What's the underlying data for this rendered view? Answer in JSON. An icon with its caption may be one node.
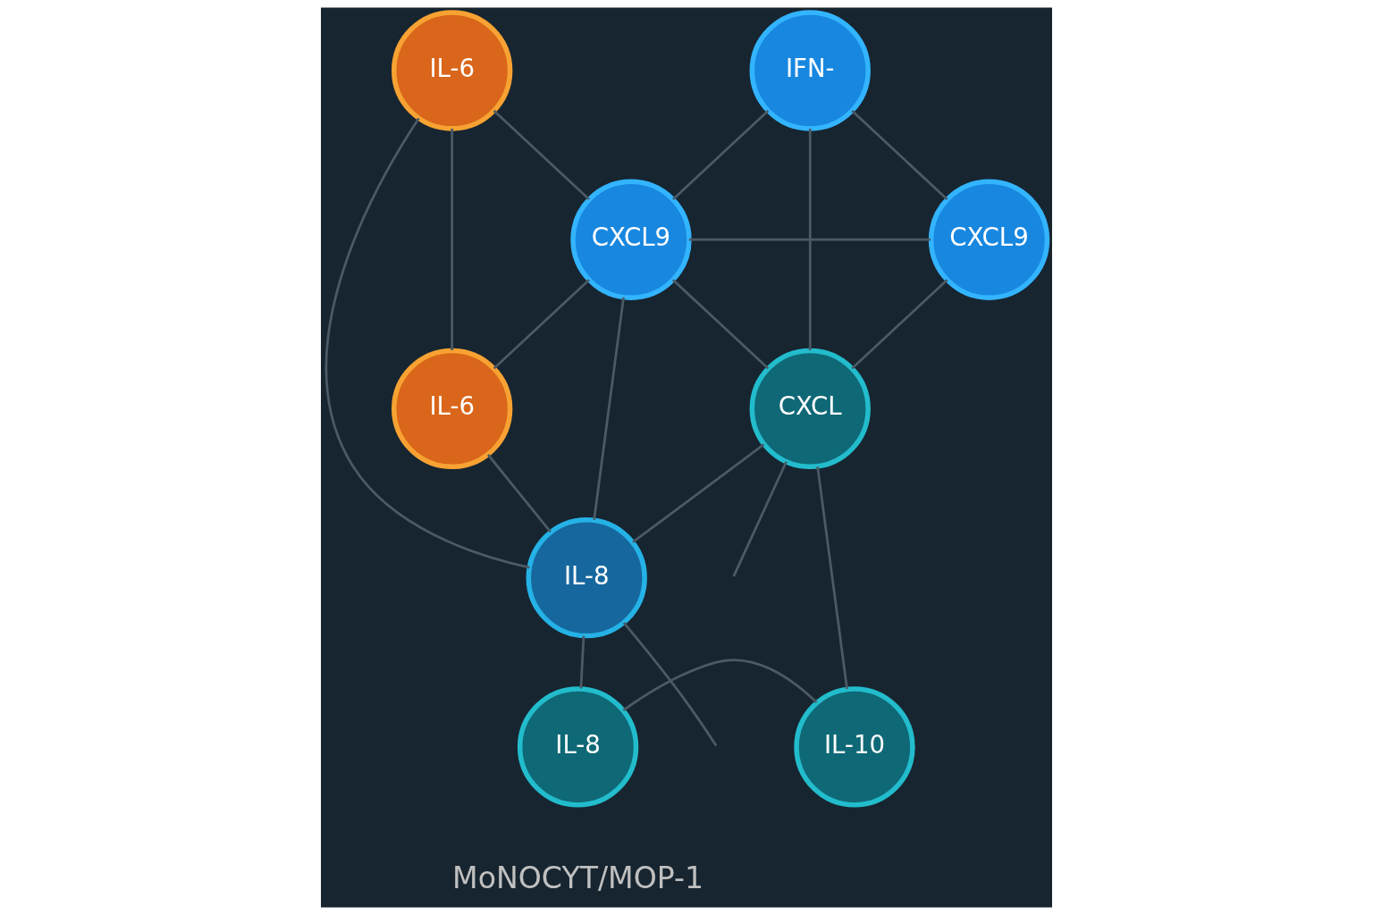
{
  "diagram": {
    "nodes": [
      {
        "text": [
          "IL-6"
        ]
      },
      {
        "text": [
          "IFN-"
        ]
      },
      {
        "text": [
          "CXCL9"
        ]
      },
      {
        "text": [
          "CXCL9"
        ]
      },
      {
        "text": [
          "IL-6"
        ]
      },
      {
        "text": [
          "CXCL"
        ]
      },
      {
        "text": [
          "IL-8"
        ]
      },
      {
        "text": [
          "IL-8"
        ]
      },
      {
        "text": [
          "IL-10"
        ]
      }
    ],
    "edges": [
      {
        "from": 0,
        "to": 4,
        "arrow": "none"
      },
      {
        "from": 0,
        "to": 2,
        "arrow": "none"
      },
      {
        "from": 0,
        "to": 6,
        "arrow": "none"
      },
      {
        "from": 1,
        "to": 2,
        "arrow": "none"
      },
      {
        "from": 1,
        "to": 3,
        "arrow": "none"
      },
      {
        "from": 1,
        "to": 5,
        "arrow": "none"
      },
      {
        "from": 2,
        "to": 3,
        "arrow": "none"
      },
      {
        "from": 2,
        "to": 4,
        "arrow": "none"
      },
      {
        "from": 2,
        "to": 6,
        "arrow": "none"
      },
      {
        "from": 2,
        "to": 5,
        "arrow": "none"
      },
      {
        "from": 3,
        "to": 5,
        "arrow": "none"
      },
      {
        "from": 4,
        "to": 6,
        "arrow": "none"
      },
      {
        "from": 6,
        "to": 5,
        "arrow": "none"
      },
      {
        "from": 6,
        "to": 7,
        "arrow": "none"
      },
      {
        "from": 7,
        "to": 8,
        "arrow": "none"
      },
      {
        "from": 5,
        "to": 8,
        "arrow": "none"
      },
      {
        "from": 5,
        "to": null,
        "arrow": "none"
      },
      {
        "from": 6,
        "to": null,
        "arrow": "none"
      }
    ],
    "labels": [
      "MoNOCYT/MOP-1"
    ]
  }
}
